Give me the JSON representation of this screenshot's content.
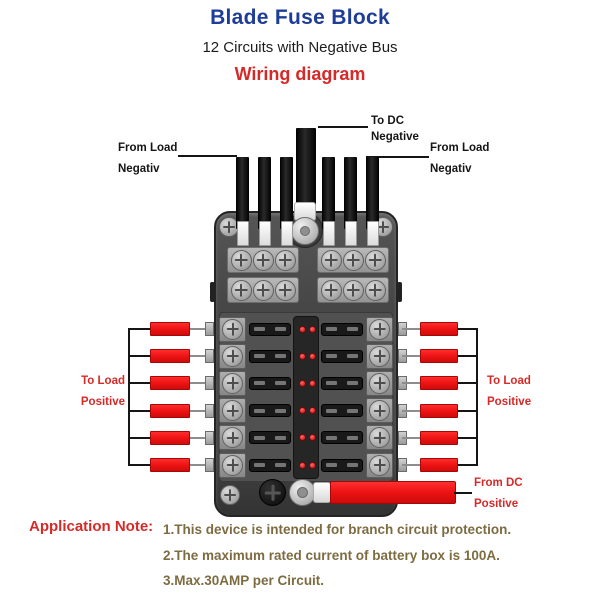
{
  "header": {
    "title": "Blade Fuse Block",
    "subtitle": "12 Circuits with Negative Bus",
    "heading": "Wiring diagram"
  },
  "labels": {
    "top_left": {
      "line1": "From Load",
      "line2": "Negativ"
    },
    "top_center": {
      "line1": "To DC",
      "line2": "Negative"
    },
    "top_right": {
      "line1": "From Load",
      "line2": "Negativ"
    },
    "mid_left": {
      "line1": "To Load",
      "line2": "Positive"
    },
    "mid_right": {
      "line1": "To Load",
      "line2": "Positive"
    },
    "bottom_right": {
      "line1": "From DC",
      "line2": "Positive"
    }
  },
  "notes": {
    "label": "Application Note:",
    "items": [
      "1.This device is intended for branch circuit protection.",
      "2.The maximum rated current of battery box is 100A.",
      "3.Max.30AMP per Circuit."
    ]
  },
  "diagram": {
    "circuit_rows": 6,
    "leds_per_circuit": 2,
    "negative_bus_wires": 6
  },
  "colors": {
    "title_blue": "#1e3d96",
    "accent_red": "#d62a28",
    "wire_red": "#ee1414",
    "note_olive": "#7d6c42"
  }
}
